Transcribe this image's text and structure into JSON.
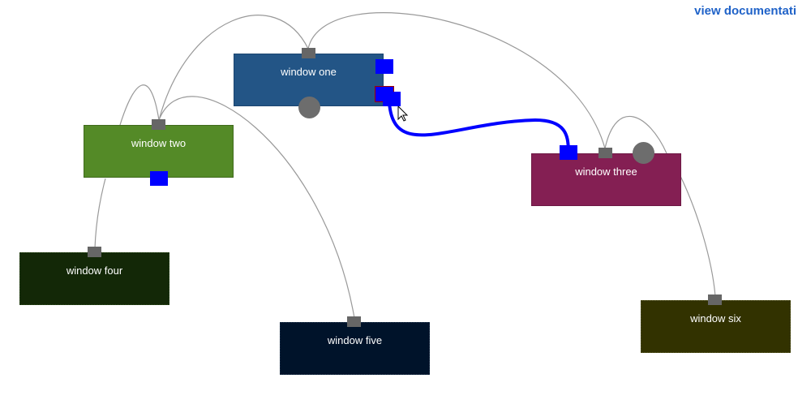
{
  "header": {
    "doc_link_label": "view documentati"
  },
  "windows": [
    {
      "id": "w1",
      "label": "window one",
      "color": "#235586"
    },
    {
      "id": "w2",
      "label": "window two",
      "color": "#548a27"
    },
    {
      "id": "w3",
      "label": "window three",
      "color": "#841f53"
    },
    {
      "id": "w4",
      "label": "window four",
      "color": "#132807"
    },
    {
      "id": "w5",
      "label": "window five",
      "color": "#00132a"
    },
    {
      "id": "w6",
      "label": "window six",
      "color": "#323200"
    }
  ],
  "colors": {
    "connector": "#999999",
    "active_connector": "#0000ff",
    "endpoint_gray": "#666666",
    "endpoint_blue": "#0000ff"
  },
  "cursor": {
    "icon": "mouse-pointer-icon"
  }
}
